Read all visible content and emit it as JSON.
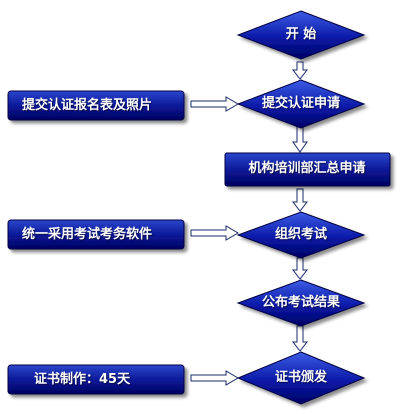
{
  "flow": {
    "start": "开 始",
    "submit_application": "提交认证申请",
    "institution_application": "机构培训部汇总申请",
    "organize_exam": "组织考试",
    "publish_results": "公布考试结果",
    "issue_certificate": "证书颁发"
  },
  "inputs": {
    "submit_materials": "提交认证报名表及照片",
    "software": "统一采用考试考务软件",
    "production_time": "证书制作：45天"
  },
  "colors": {
    "node_dark": "#00007a",
    "node_light": "#2f4fd8",
    "arrow_fill": "#ffffff",
    "arrow_stroke": "#1a2a6a"
  }
}
